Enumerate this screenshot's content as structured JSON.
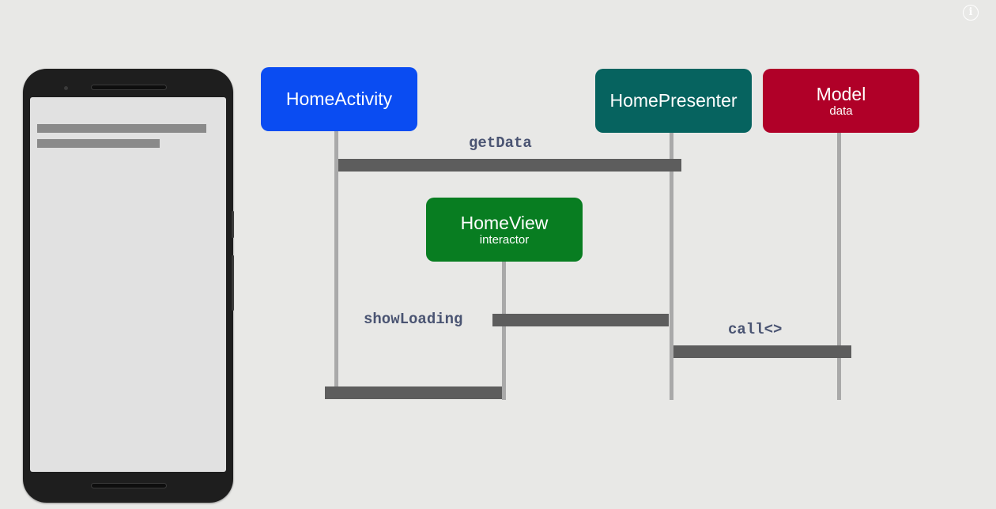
{
  "participants": {
    "home_activity": {
      "name": "HomeActivity",
      "sub": "",
      "color": "#0a4cf2"
    },
    "home_presenter": {
      "name": "HomePresenter",
      "sub": "",
      "color": "#06635f"
    },
    "model": {
      "name": "Model",
      "sub": "data",
      "color": "#b00028"
    },
    "home_view": {
      "name": "HomeView",
      "sub": "interactor",
      "color": "#087d21"
    }
  },
  "messages": {
    "get_data": "getData",
    "show_loading": "showLoading",
    "call": "call<>"
  },
  "icons": {
    "info": "i"
  },
  "colors": {
    "background": "#e8e8e6",
    "lifeline": "#a9a9a9",
    "message_bar": "#5d5d5d",
    "label": "#4a5472"
  }
}
